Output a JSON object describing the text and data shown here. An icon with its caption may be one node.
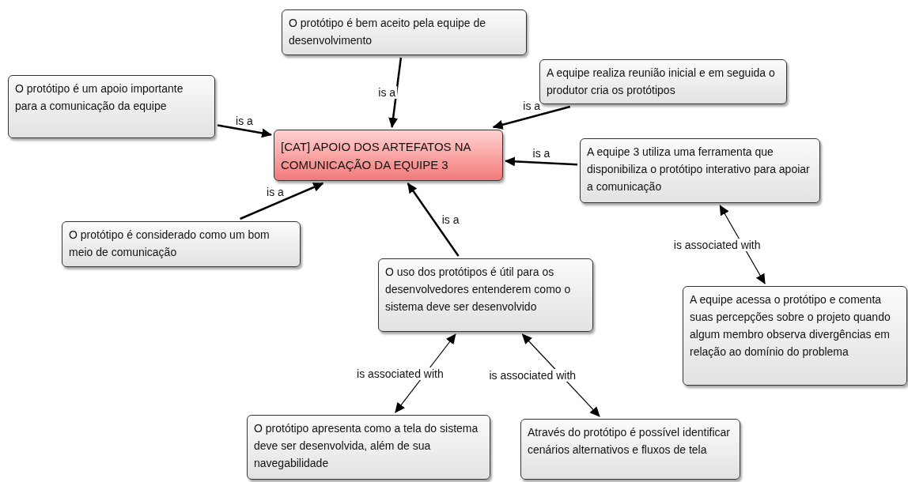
{
  "diagram": {
    "nodes": [
      {
        "text": [
          "[CAT] APOIO DOS ARTEFATOS NA COMUNICAÇÃO DA EQUIPE 3"
        ]
      },
      {
        "text": [
          "O protótipo é bem aceito pela equipe de desenvolvimento"
        ]
      },
      {
        "text": [
          "O protótipo é um apoio importante para a comunicação da equipe"
        ]
      },
      {
        "text": [
          "A equipe realiza reunião inicial e em seguida o produtor cria os protótipos"
        ]
      },
      {
        "text": [
          "A equipe 3 utiliza uma ferramenta que disponibiliza o protótipo interativo para apoiar a comunicação"
        ]
      },
      {
        "text": [
          "O protótipo é considerado como um bom meio de comunicação"
        ]
      },
      {
        "text": [
          "O uso dos protótipos é útil para os desenvolvedores entenderem como o sistema deve ser desenvolvido"
        ]
      },
      {
        "text": [
          "A equipe acessa o protótipo e comenta suas percepções sobre o projeto quando algum membro observa divergências em relação ao domínio do problema"
        ]
      },
      {
        "text": [
          "O protótipo apresenta como a tela do sistema deve ser desenvolvida, além de sua navegabilidade"
        ]
      },
      {
        "text": [
          "Através do protótipo é possível identificar cenários alternativos e fluxos de tela"
        ]
      }
    ],
    "edges": [
      {
        "from": 1,
        "to": 0,
        "arrow": "to",
        "label": "is a"
      },
      {
        "from": 2,
        "to": 0,
        "arrow": "to",
        "label": "is a"
      },
      {
        "from": 3,
        "to": 0,
        "arrow": "to",
        "label": "is a"
      },
      {
        "from": 4,
        "to": 0,
        "arrow": "to",
        "label": "is a"
      },
      {
        "from": 5,
        "to": 0,
        "arrow": "to",
        "label": "is a"
      },
      {
        "from": 6,
        "to": 0,
        "arrow": "to",
        "label": "is a"
      },
      {
        "from": 4,
        "to": 7,
        "arrow": "both",
        "label": "is associated with"
      },
      {
        "from": 6,
        "to": 8,
        "arrow": "both",
        "label": "is associated with"
      },
      {
        "from": 6,
        "to": 9,
        "arrow": "both",
        "label": "is associated with"
      }
    ]
  }
}
